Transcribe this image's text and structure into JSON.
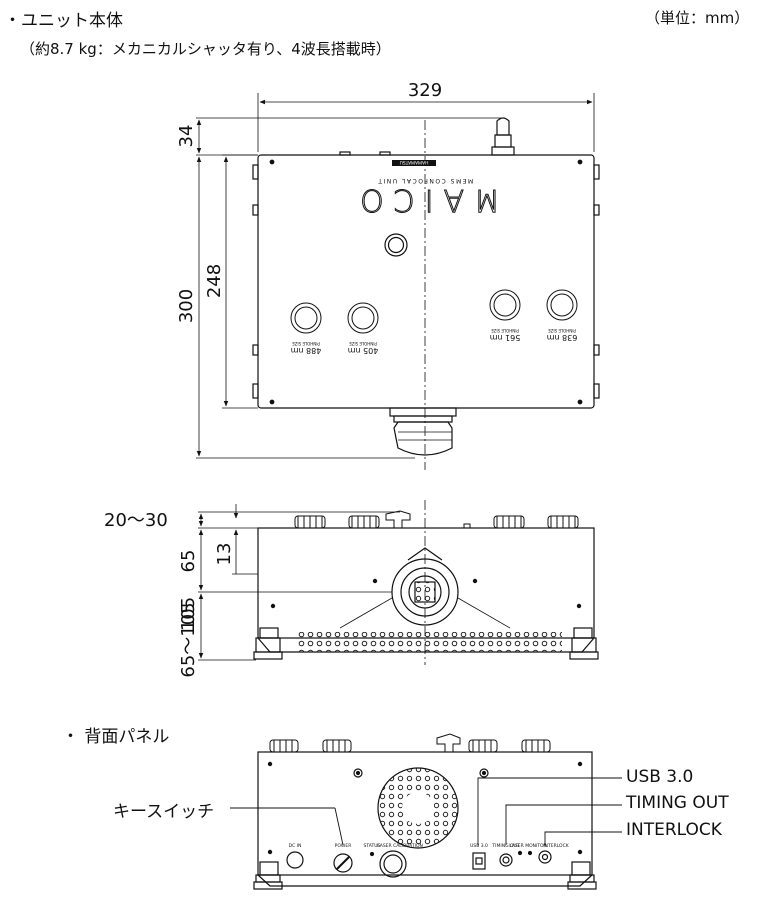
{
  "header": {
    "title": "・ユニット本体",
    "subtitle": "（約8.7 kg：メカニカルシャッタ有り、4波長搭載時）",
    "unit": "（単位：mm）"
  },
  "top_view": {
    "dims": {
      "width": "329",
      "top_protrusion": "34",
      "body_depth": "248",
      "total_depth": "300"
    },
    "brand": "MAICO",
    "brand_sub": "MEMS CONFOCAL UNIT",
    "brand_maker": "HAMAMATSU",
    "channels": [
      "488 nm",
      "405 nm",
      "561 nm",
      "638 nm"
    ],
    "knob_text": "PINHOLE SIZE"
  },
  "side_view": {
    "dims": {
      "top_range": "20～30",
      "knob_offset": "13",
      "upper": "65",
      "lower": "105",
      "feet_range": "65～105"
    }
  },
  "rear_panel": {
    "title": "・ 背面パネル",
    "callouts": {
      "key_switch": "キースイッチ",
      "usb": "USB 3.0",
      "timing_out": "TIMING OUT",
      "interlock": "INTERLOCK"
    },
    "labels": {
      "dc_in": "DC IN",
      "power": "POWER",
      "status": "STATUS",
      "laser_calibration": "LASER CALIBRATION",
      "usb_small": "USB 3.0",
      "timing_small": "TIMING OUT",
      "laser_monitor": "LASER MONITOR",
      "interlock_small": "INTERLOCK"
    }
  }
}
